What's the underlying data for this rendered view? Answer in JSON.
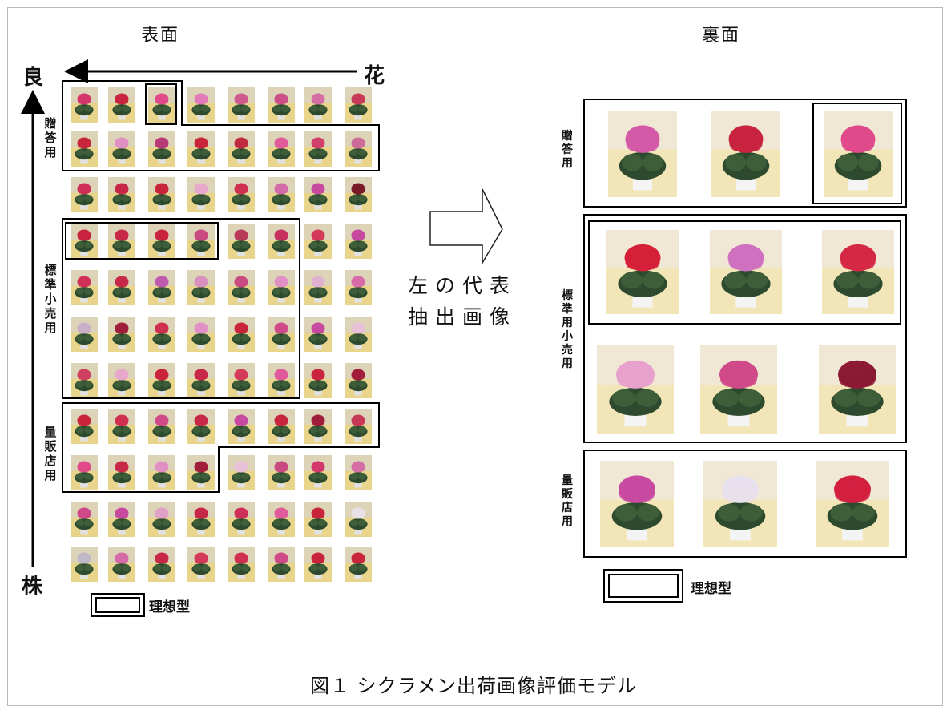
{
  "front": {
    "heading": "表面",
    "axis_top": "良",
    "axis_right": "花",
    "axis_bottom": "株",
    "group_labels": {
      "gift": "贈答用",
      "standard": "標準小売用",
      "mass": "量販店用"
    },
    "legend": "理想型",
    "grid": [
      [
        "#d4376b",
        "#c82440",
        "#e04a8a",
        "#e07ab8",
        "#d05a90",
        "#cc4f8a",
        "#d46ea4",
        "#c83a58"
      ],
      [
        "#c8243c",
        "#e090c4",
        "#b83a78",
        "#c8243c",
        "#c02a40",
        "#e05a9c",
        "#d0406a",
        "#cc6b9a"
      ],
      [
        "#d03058",
        "#c82848",
        "#c8243c",
        "#e8a8cc",
        "#d03050",
        "#d46aa8",
        "#c84aa0",
        "#7a1a28"
      ],
      [
        "#c82440",
        "#c82848",
        "#c82440",
        "#c84a80",
        "#b83a5a",
        "#c83060",
        "#d43a5a",
        "#c84aa0"
      ],
      [
        "#d03058",
        "#c82848",
        "#c05ab0",
        "#d890c0",
        "#c84a80",
        "#e090c4",
        "#e0b0d0",
        "#d86aa8"
      ],
      [
        "#c8b0c8",
        "#a01e3c",
        "#d03050",
        "#e090c4",
        "#c8243c",
        "#d04a8a",
        "#c84aa0",
        "#e8c0d8"
      ],
      [
        "#d04060",
        "#e8a8cc",
        "#c8243c",
        "#c82848",
        "#d43a5a",
        "#e05a9c",
        "#c82440",
        "#a01e3c"
      ],
      [
        "#c8243c",
        "#d03050",
        "#d04a8a",
        "#c82848",
        "#c84aa0",
        "#c82440",
        "#a01e3c",
        "#c83a58"
      ],
      [
        "#e04a8a",
        "#c82848",
        "#e090c4",
        "#a01e3c",
        "#e8c0d8",
        "#c84a80",
        "#d4376b",
        "#d46ea4"
      ],
      [
        "#d04a8a",
        "#c84aa0",
        "#e0a0c8",
        "#c82848",
        "#d03058",
        "#e05a9c",
        "#c8243c",
        "#e8e0e8"
      ],
      [
        "#c0b8c8",
        "#d46aa8",
        "#c82848",
        "#d43a5a",
        "#d03050",
        "#d04a8a",
        "#c82440",
        "#c8243c"
      ]
    ]
  },
  "back": {
    "heading": "裏面",
    "group_labels": {
      "gift": "贈答用",
      "standard": "標準用小売用",
      "mass": "量販店用"
    },
    "legend": "理想型",
    "photos": {
      "gift": [
        "#d45aa8",
        "#c82440",
        "#e04a8a"
      ],
      "standard_top": [
        "#d62038",
        "#d070c0",
        "#d42844"
      ],
      "standard_bottom": [
        "#e8a0cc",
        "#d04a8a",
        "#8c1a34"
      ],
      "mass": [
        "#c84aa0",
        "#e8e0ec",
        "#d42040"
      ]
    }
  },
  "middle": {
    "line1": "左の代表",
    "line2": "抽出画像"
  },
  "caption": "図１ シクラメン出荷画像評価モデル"
}
